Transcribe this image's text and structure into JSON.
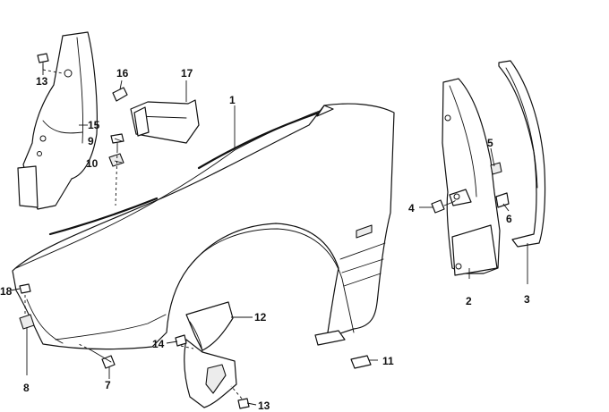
{
  "diagram": {
    "type": "exploded-parts-diagram",
    "callouts": [
      {
        "id": "1",
        "label": "1"
      },
      {
        "id": "2",
        "label": "2"
      },
      {
        "id": "3",
        "label": "3"
      },
      {
        "id": "4",
        "label": "4"
      },
      {
        "id": "5",
        "label": "5"
      },
      {
        "id": "6",
        "label": "6"
      },
      {
        "id": "7",
        "label": "7"
      },
      {
        "id": "8",
        "label": "8"
      },
      {
        "id": "9",
        "label": "9"
      },
      {
        "id": "10",
        "label": "10"
      },
      {
        "id": "11",
        "label": "11"
      },
      {
        "id": "12",
        "label": "12"
      },
      {
        "id": "13a",
        "label": "13"
      },
      {
        "id": "13b",
        "label": "13"
      },
      {
        "id": "14",
        "label": "14"
      },
      {
        "id": "15",
        "label": "15"
      },
      {
        "id": "16",
        "label": "16"
      },
      {
        "id": "17",
        "label": "17"
      },
      {
        "id": "18",
        "label": "18"
      }
    ]
  }
}
